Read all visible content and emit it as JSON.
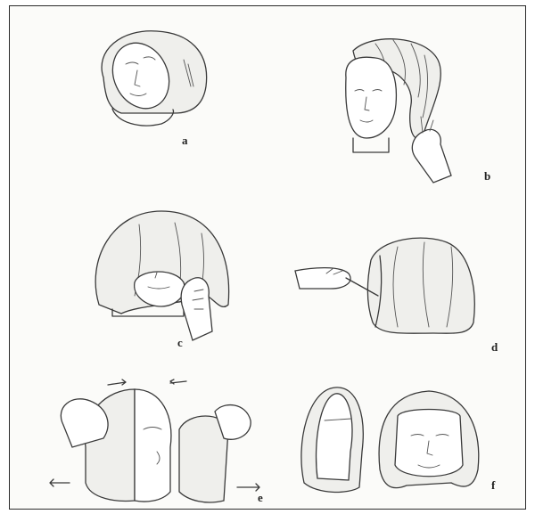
{
  "panels": [
    {
      "id": "a",
      "label": "a",
      "icon": "mannequin-head-with-cap-icon"
    },
    {
      "id": "b",
      "label": "b",
      "icon": "head-with-hair-and-hand-icon"
    },
    {
      "id": "c",
      "label": "c",
      "icon": "head-with-hood-hand-icon"
    },
    {
      "id": "d",
      "label": "d",
      "icon": "hand-with-knife-cutting-icon"
    },
    {
      "id": "e",
      "label": "e",
      "icon": "hands-splitting-mould-icon"
    },
    {
      "id": "f",
      "label": "f",
      "icon": "mould-halves-icon"
    }
  ],
  "colors": {
    "ink": "#3a3a3a",
    "paper": "#fbfbf9",
    "border": "#2a2a2a"
  }
}
